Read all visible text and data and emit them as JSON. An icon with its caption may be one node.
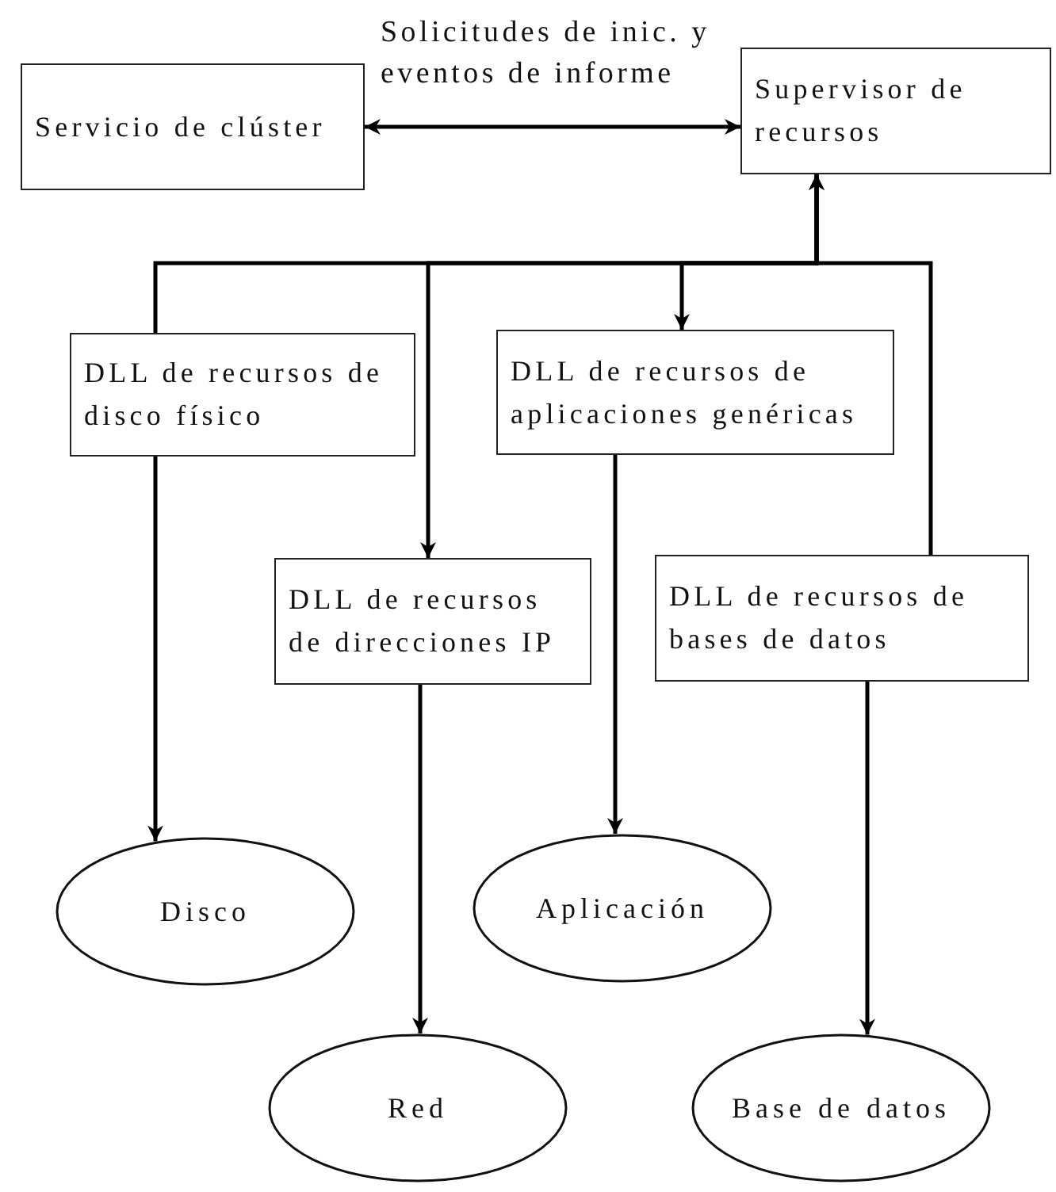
{
  "diagram": {
    "nodes": [
      {
        "text": [
          "Servicio de clúster"
        ]
      },
      {
        "text": [
          "Supervisor de recursos"
        ]
      },
      {
        "text": [
          "DLL de recursos de disco físico"
        ]
      },
      {
        "text": [
          "DLL de recursos de aplicaciones genéricas"
        ]
      },
      {
        "text": [
          "DLL de recursos de direcciones IP"
        ]
      },
      {
        "text": [
          "DLL de recursos de bases de datos"
        ]
      },
      {
        "text": [
          "Disco"
        ]
      },
      {
        "text": [
          "Aplicación"
        ]
      },
      {
        "text": [
          "Red"
        ]
      },
      {
        "text": [
          "Base de datos"
        ]
      }
    ],
    "edges": [
      {
        "from": 0,
        "to": 1,
        "arrow": "both",
        "label": "Solicitudes de inic. y eventos de informe"
      },
      {
        "from": 2,
        "to": 1,
        "arrow": "to"
      },
      {
        "from": 5,
        "to": 1,
        "arrow": "to"
      },
      {
        "from": 1,
        "to": 3,
        "arrow": "to"
      },
      {
        "from": 1,
        "to": 4,
        "arrow": "to"
      },
      {
        "from": 2,
        "to": 6,
        "arrow": "to"
      },
      {
        "from": 4,
        "to": 8,
        "arrow": "to"
      },
      {
        "from": 3,
        "to": 7,
        "arrow": "to"
      },
      {
        "from": 5,
        "to": 9,
        "arrow": "to"
      }
    ]
  }
}
